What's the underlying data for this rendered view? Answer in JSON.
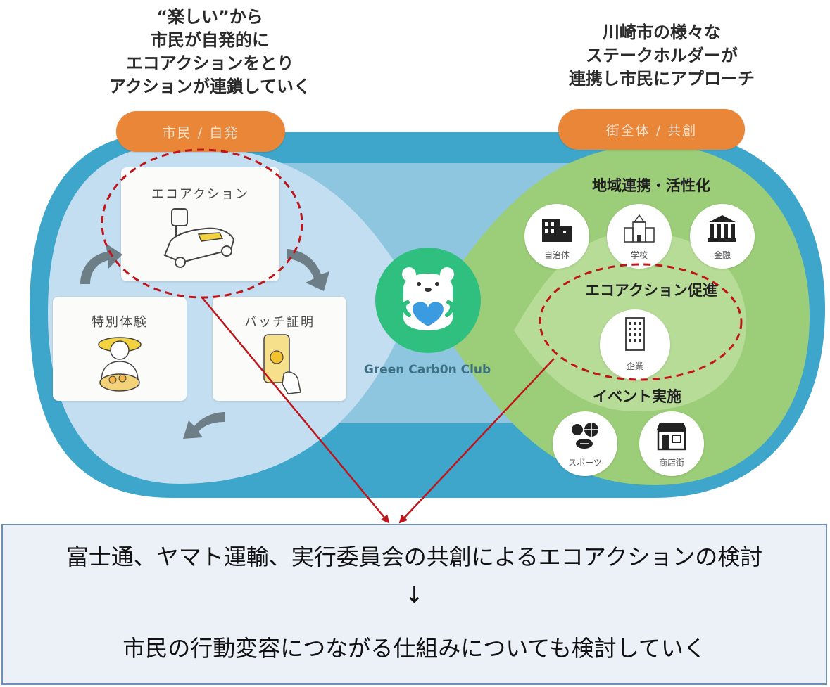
{
  "left_heading": [
    "“楽しい”から",
    "市民が自発的に",
    "エコアクションをとり",
    "アクションが連鎖していく"
  ],
  "right_heading": [
    "川崎市の様々な",
    "ステークホルダーが",
    "連携し市民にアプローチ"
  ],
  "left_pill": "市民 / 自発",
  "right_pill": "街全体 / 共創",
  "cards": {
    "eco_action": "エコアクション",
    "special_experience": "特別体験",
    "badge_proof": "バッチ証明"
  },
  "center_logo": "Green Carb0n Club",
  "regional": {
    "title": "地域連携・活性化",
    "items": [
      "自治体",
      "学校",
      "金融"
    ]
  },
  "eco_promotion": {
    "title": "エコアクション促進",
    "items": [
      "企業"
    ]
  },
  "events": {
    "title": "イベント実施",
    "items": [
      "スポーツ",
      "商店街"
    ]
  },
  "result_box": {
    "line1": "富士通、ヤマト運輸、実行委員会の共創によるエコアクションの検討",
    "arrow": "↓",
    "line2": "市民の行動変容につながる仕組みについても検討していく"
  },
  "colors": {
    "band": "#3fa6cb",
    "left_lobe": "#bfdcf0",
    "right_lobe": "#9ccd78",
    "pill": "#e98638",
    "arrow": "#c0141b",
    "dashed": "#c0141b",
    "logo": "#2fbf7e"
  }
}
